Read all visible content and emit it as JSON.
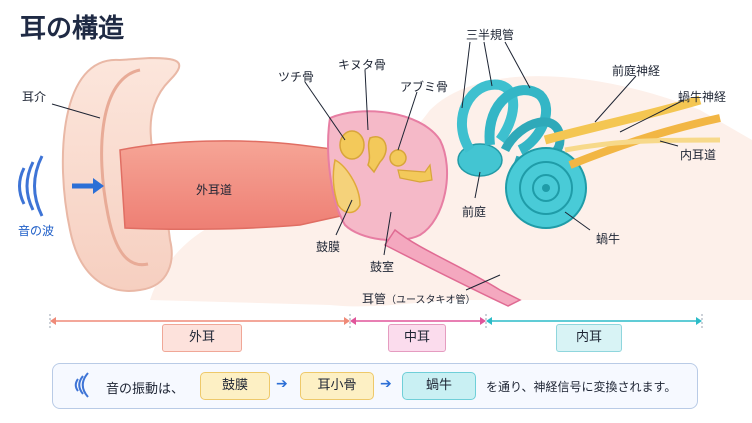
{
  "title": "耳の構造",
  "labels": {
    "auricle": "耳介",
    "sound_wave": "音の波",
    "ear_canal": "外耳道",
    "malleus": "ツチ骨",
    "incus": "キヌタ骨",
    "stapes": "アブミ骨",
    "semicircular": "三半規管",
    "vestibular_nerve": "前庭神経",
    "cochlear_nerve": "蝸牛神経",
    "internal_canal": "内耳道",
    "vestibule": "前庭",
    "cochlea": "蝸牛",
    "eardrum": "鼓膜",
    "tympanic_cavity": "鼓室",
    "eustachian": "耳管",
    "eustachian_note": "（ユースタキオ管）"
  },
  "sections": {
    "outer": "外耳",
    "middle": "中耳",
    "inner": "内耳"
  },
  "flow": {
    "prefix": "音の振動は、",
    "step1": "鼓膜",
    "step2": "耳小骨",
    "step3": "蝸牛",
    "suffix": "を通り、神経信号に変換されます。"
  },
  "colors": {
    "outer": "#ef8a78",
    "middle": "#e0559a",
    "inner": "#2cbcc8",
    "arrow_blue": "#2c6fd6"
  }
}
